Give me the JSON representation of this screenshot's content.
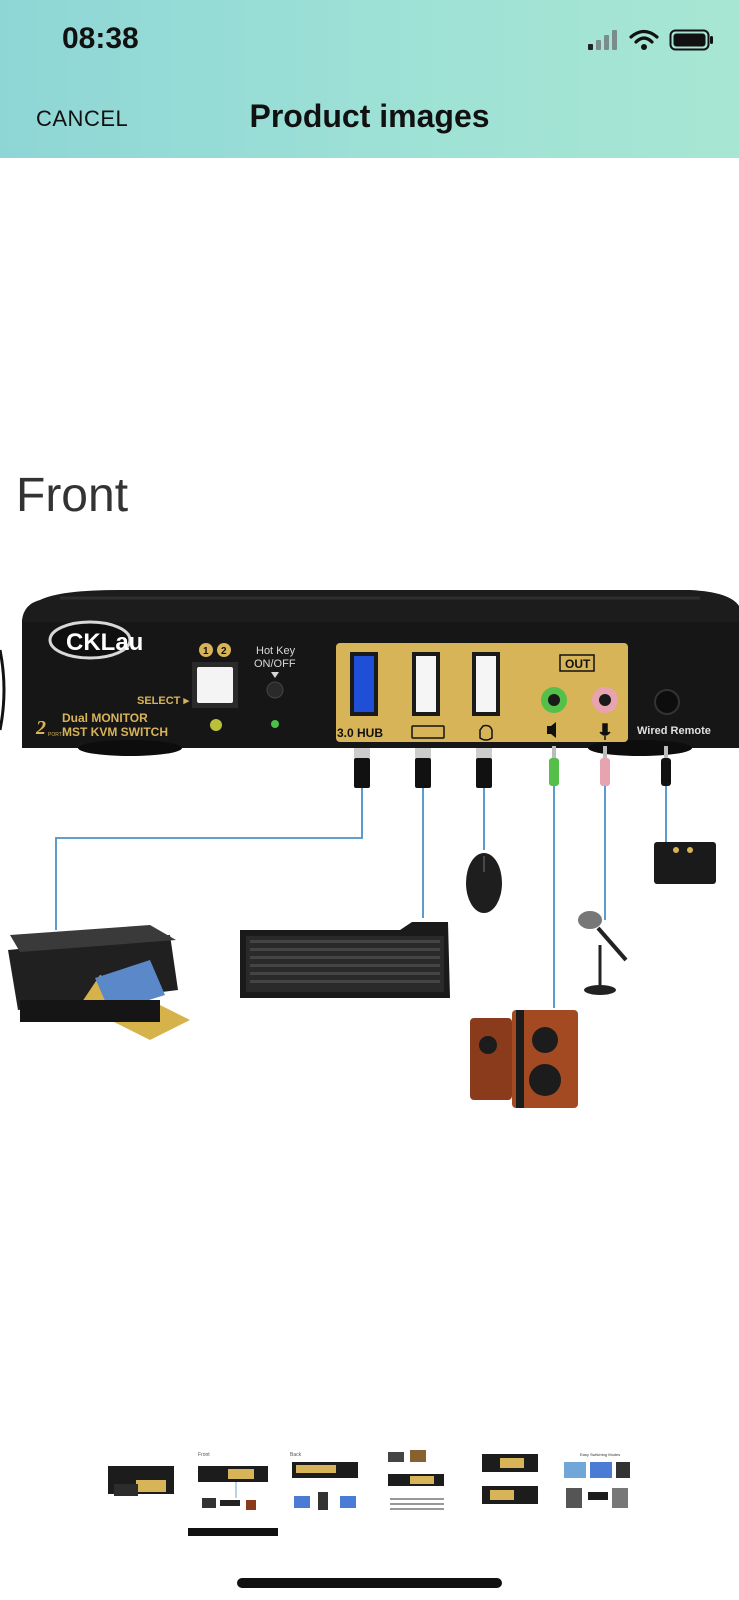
{
  "status_bar": {
    "time": "08:38"
  },
  "header": {
    "cancel_label": "CANCEL",
    "title": "Product images"
  },
  "product_image": {
    "caption": "Front",
    "brand": "CKLau",
    "device_text": [
      "Dual MONITOR",
      "MST KVM SWITCH"
    ],
    "port_count": "2",
    "port_count_suffix": "PORT",
    "select_label": "SELECT ▸",
    "select_numbers": [
      "1",
      "2"
    ],
    "hotkey_label": [
      "Hot Key",
      "ON/OFF"
    ],
    "hub_label": "3.0 HUB",
    "out_label": "OUT",
    "wired_remote_label": "Wired Remote",
    "port_icons": [
      "keyboard-icon",
      "mouse-icon",
      "speaker-icon",
      "microphone-icon"
    ],
    "accessories": [
      "printer",
      "keyboard",
      "mouse",
      "microphone",
      "speakers",
      "wired-remote"
    ]
  },
  "thumbnails": {
    "count": 6,
    "selected_index": 1,
    "captions": [
      "",
      "Front",
      "Back",
      "",
      "",
      "Easy Switching Modes"
    ]
  },
  "colors": {
    "accent_gold": "#d8b458",
    "device_black": "#1a1a1a",
    "header_start": "#8ed6d6",
    "header_end": "#a7e6d2"
  }
}
